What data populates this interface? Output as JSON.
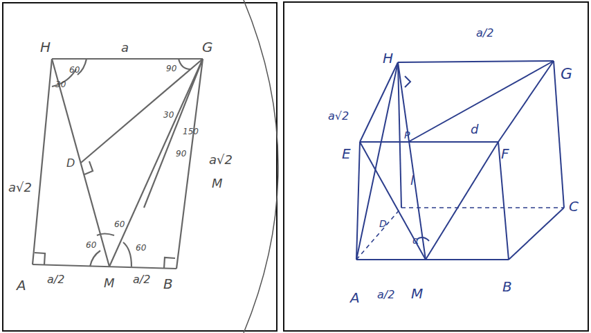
{
  "diagram": {
    "labels": [
      "H",
      "a",
      "G",
      "60",
      "30",
      "90",
      "30",
      "150",
      "90",
      "a√2",
      "M",
      "a√2",
      "D",
      "60",
      "60",
      "60",
      "A",
      "a/2",
      "M",
      "a/2",
      "B",
      "H",
      "a/2",
      "G",
      "a√2",
      "E",
      "d",
      "F",
      "l",
      "D",
      "C",
      "A",
      "a/2",
      "M",
      "B",
      "α",
      "P"
    ]
  }
}
